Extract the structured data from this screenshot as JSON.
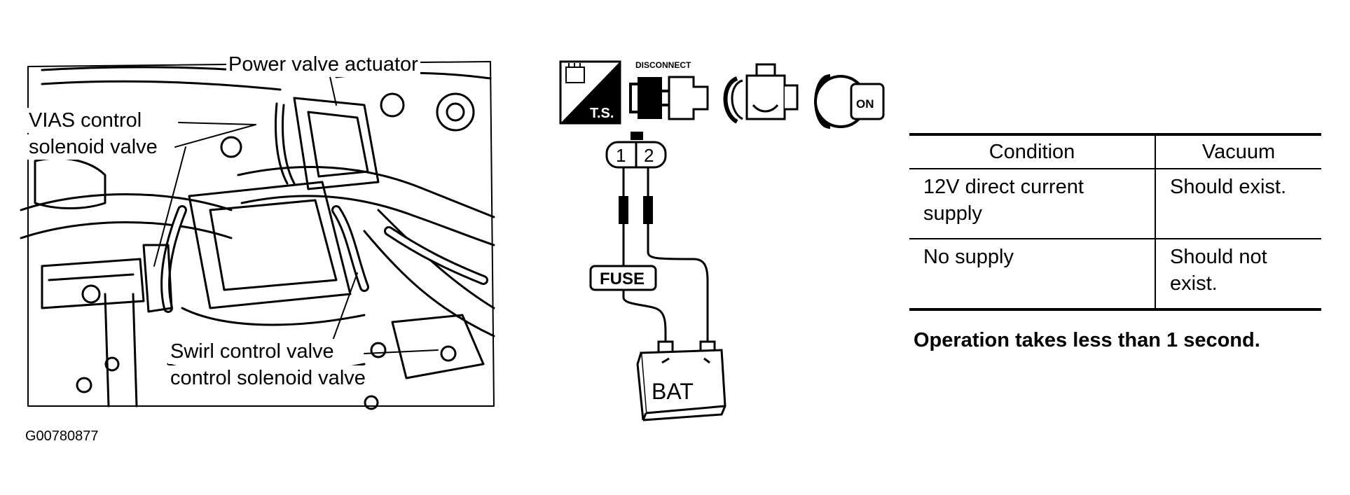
{
  "engine_labels": {
    "power_valve": "Power valve actuator",
    "vias_line1": "VIAS control",
    "vias_line2": "solenoid valve",
    "swirl_line1": "Swirl control valve",
    "swirl_line2": "control solenoid valve"
  },
  "icons": {
    "ts": "T.S.",
    "disconnect": "DISCONNECT",
    "ign": "ON"
  },
  "wiring": {
    "terminal_1": "1",
    "terminal_2": "2",
    "fuse": "FUSE",
    "battery": "BAT"
  },
  "table": {
    "headers": [
      "Condition",
      "Vacuum"
    ],
    "rows": [
      {
        "condition": "12V direct current supply",
        "vacuum": "Should exist."
      },
      {
        "condition": "No supply",
        "vacuum": "Should not exist."
      }
    ]
  },
  "note": "Operation takes less than 1 second.",
  "figure_id": "G00780877"
}
